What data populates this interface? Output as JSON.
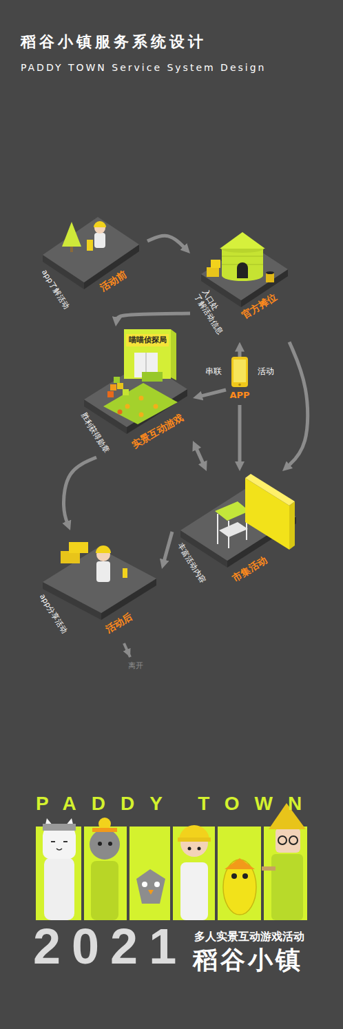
{
  "diagram": {
    "title": "稻谷小镇服务系统设计",
    "nodes": [
      {
        "text": [
          "活动前",
          "app了解活动"
        ]
      },
      {
        "text": [
          "官方摊位",
          "入口处 了解活动信息"
        ]
      },
      {
        "text": [
          "实景互动游戏",
          "胜利获得勋章"
        ]
      },
      {
        "text": [
          "APP"
        ]
      },
      {
        "text": [
          "市集活动",
          "丰富活动内容"
        ]
      },
      {
        "text": [
          "活动后",
          "app分享活动"
        ]
      }
    ],
    "edges": [
      {
        "from": 0,
        "to": 1,
        "arrow": "to"
      },
      {
        "from": 1,
        "to": 2,
        "arrow": "to"
      },
      {
        "from": 1,
        "to": 4,
        "arrow": "to"
      },
      {
        "from": 3,
        "to": 1,
        "arrow": "to"
      },
      {
        "from": 3,
        "to": 2,
        "arrow": "to"
      },
      {
        "from": 3,
        "to": 4,
        "arrow": "to"
      },
      {
        "from": 2,
        "to": 4,
        "arrow": "both"
      },
      {
        "from": 2,
        "to": 5,
        "arrow": "to"
      },
      {
        "from": 4,
        "to": 5,
        "arrow": "to"
      }
    ],
    "labels": [
      "PADDY TOWN Service System Design",
      "喵喵侦探局",
      "串联",
      "活动",
      "离开",
      "PADDY TOWN",
      "2021",
      "多人实景互动游戏活动",
      "稻谷小镇"
    ]
  }
}
